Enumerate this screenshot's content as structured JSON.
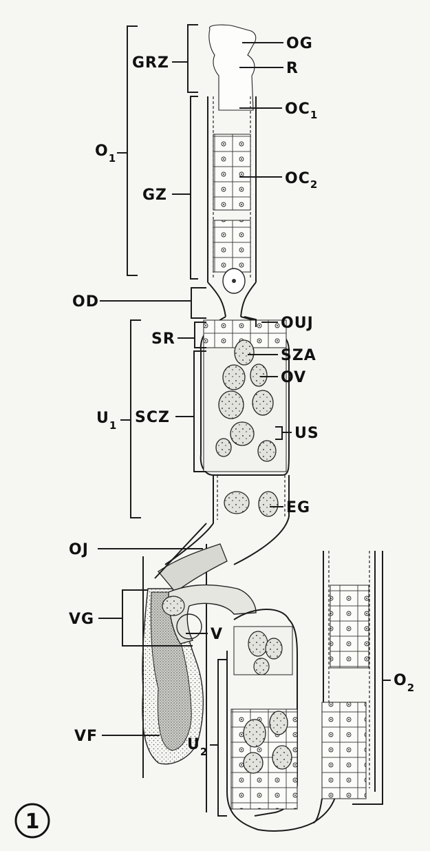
{
  "figure": {
    "number": "1",
    "labels": {
      "og": "OG",
      "r": "R",
      "oc1_base": "OC",
      "oc1_sub": "1",
      "oc2_base": "OC",
      "oc2_sub": "2",
      "grz": "GRZ",
      "gz": "GZ",
      "o1_base": "O",
      "o1_sub": "1",
      "od": "OD",
      "ouj": "OUJ",
      "sr": "SR",
      "sza": "SZA",
      "ov": "OV",
      "scz": "SCZ",
      "u1_base": "U",
      "u1_sub": "1",
      "us": "US",
      "eg": "EG",
      "oj": "OJ",
      "vg": "VG",
      "v": "V",
      "vf": "VF",
      "u2_base": "U",
      "u2_sub": "2",
      "o2_base": "O",
      "o2_sub": "2"
    }
  }
}
